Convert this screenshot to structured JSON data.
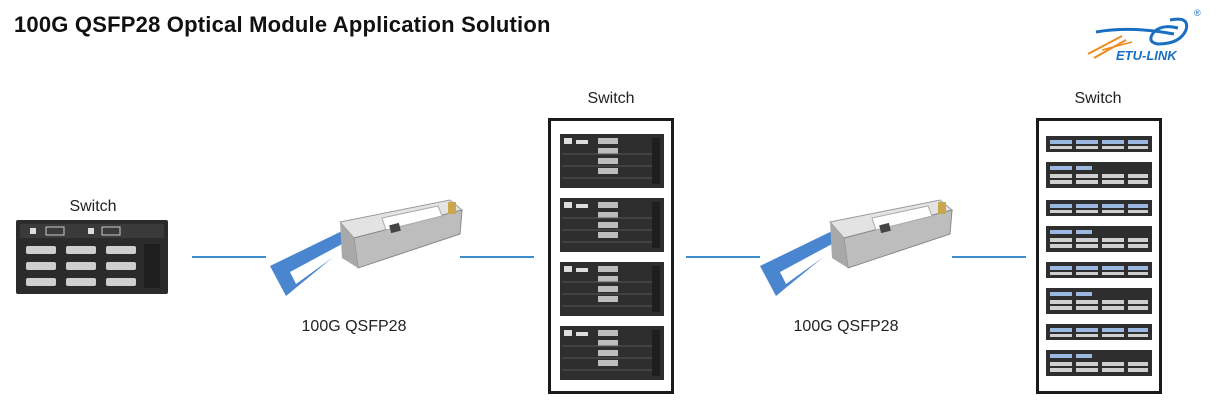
{
  "title": "100G QSFP28 Optical Module Application Solution",
  "logo": {
    "text": "ETU-LINK",
    "registered": "®"
  },
  "devices": {
    "left_switch": {
      "label": "Switch"
    },
    "middle_switch": {
      "label": "Switch"
    },
    "right_switch": {
      "label": "Switch"
    }
  },
  "modules": [
    {
      "label": "100G QSFP28"
    },
    {
      "label": "100G QSFP28"
    }
  ],
  "colors": {
    "link": "#3d8fd0",
    "pull_tab": "#4a86d0",
    "logo_orange": "#f08a1c",
    "logo_blue": "#1a6fc0"
  }
}
